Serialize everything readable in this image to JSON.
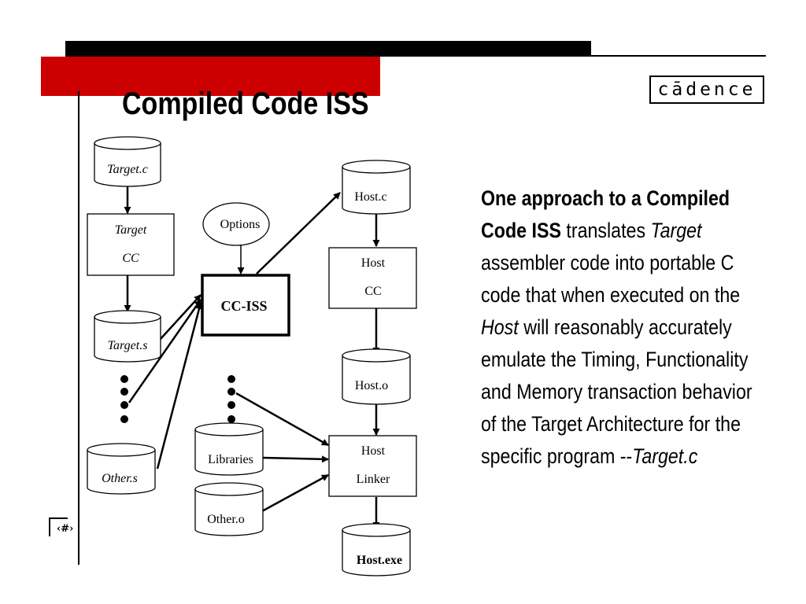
{
  "slide": {
    "title": "Compiled Code ISS",
    "logo": "cādence",
    "page_number": "‹#›",
    "body": {
      "p1": "One approach to a Compiled Code ISS",
      "p2": " translates ",
      "p3": "Target",
      "p4": " assembler code into portable C code that when executed on the ",
      "p5": "Host",
      "p6": " will reasonably accurately emulate the Timing, Functionality and Memory transaction behavior of the Target Architecture for the specific program --",
      "p7": "Target.c"
    }
  },
  "diagram": {
    "target_c": "Target.c",
    "target_cc_line1": "Target",
    "target_cc_line2": "CC",
    "target_s": "Target.s",
    "other_s": "Other.s",
    "options": "Options",
    "cc_iss": "CC-ISS",
    "host_c": "Host.c",
    "host_cc_line1": "Host",
    "host_cc_line2": "CC",
    "host_o": "Host.o",
    "libraries": "Libraries",
    "other_o": "Other.o",
    "host_linker_line1": "Host",
    "host_linker_line2": "Linker",
    "host_exe": "Host.exe"
  },
  "colors": {
    "accent_red": "#cc0000",
    "ink": "#000000"
  }
}
